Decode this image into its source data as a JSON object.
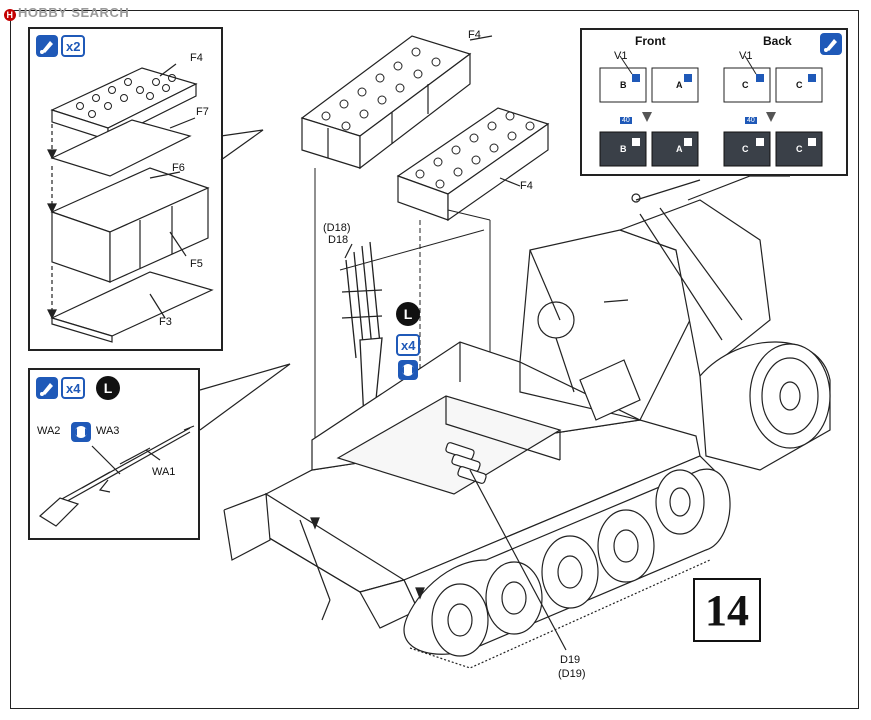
{
  "watermark": {
    "text": "HOBBY SEARCH"
  },
  "step_number": "14",
  "colors": {
    "accent_blue": "#1f59b8",
    "dark_panel": "#3a4048",
    "line": "#222222"
  },
  "box_top_left": {
    "glue_icon": "glue-icon",
    "quantity": "x2",
    "parts": [
      "F4",
      "F7",
      "F6",
      "F5",
      "F3"
    ]
  },
  "box_bottom_left": {
    "glue_icon": "glue-icon",
    "quantity": "x4",
    "left_hand_badge": "L",
    "parts": [
      "WA2",
      "WA3",
      "WA1"
    ]
  },
  "box_top_right": {
    "glue_icon": "glue-icon",
    "front_label": "Front",
    "back_label": "Back",
    "front_part": "V1",
    "back_part": "V1",
    "front_panels": [
      "B",
      "A"
    ],
    "back_panels": [
      "C",
      "C"
    ],
    "paint_tag_front": "40",
    "paint_tag_back": "40"
  },
  "main": {
    "lid_labels": [
      "F4",
      "F4"
    ],
    "rifle_labels": [
      "(D18)",
      "D18"
    ],
    "rifle_quantity": "x4",
    "rifle_badge": "L",
    "track_labels": [
      "D19",
      "(D19)"
    ]
  }
}
